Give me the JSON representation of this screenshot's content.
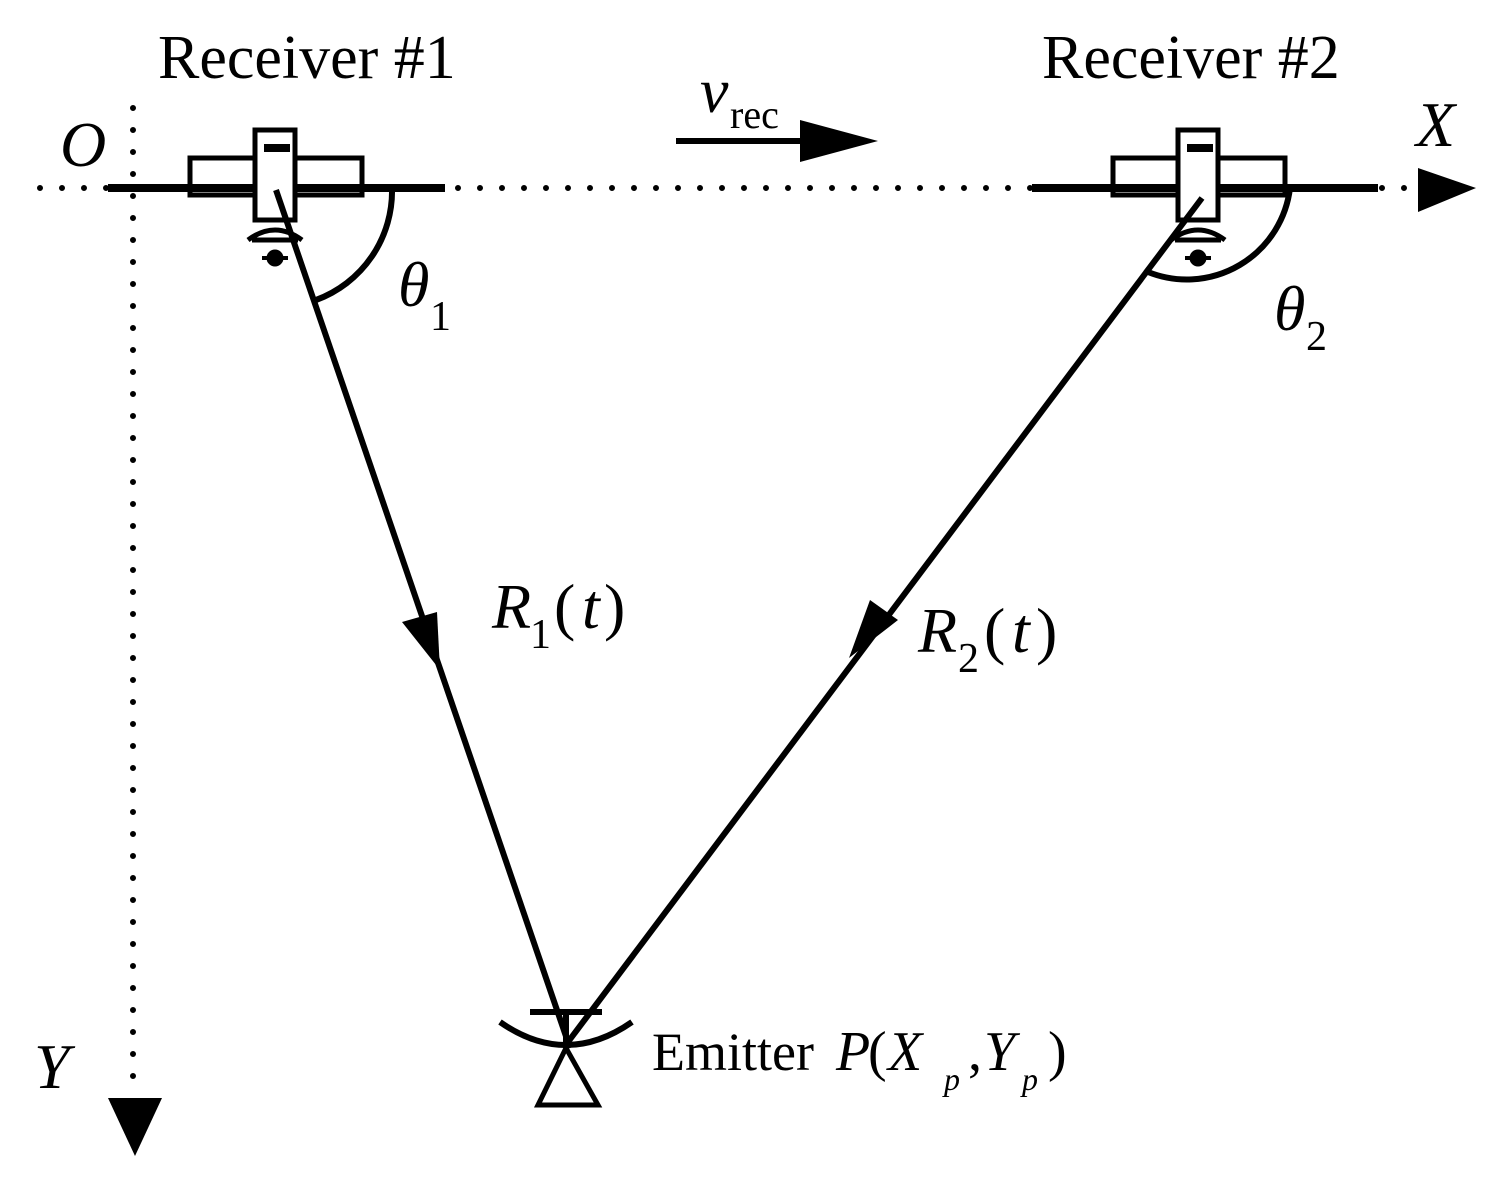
{
  "receivers": {
    "r1_label": "Receiver #1",
    "r2_label": "Receiver #2"
  },
  "axes": {
    "origin": "O",
    "x": "X",
    "y": "Y"
  },
  "velocity": {
    "symbol": "v",
    "subscript": "rec"
  },
  "angles": {
    "theta": "θ",
    "theta1_sub": "1",
    "theta2_sub": "2"
  },
  "ranges": {
    "r_symbol": "R",
    "r1_sub": "1",
    "r2_sub": "2",
    "open": "(",
    "t": "t",
    "close": ")"
  },
  "emitter": {
    "label": "Emitter",
    "P": "P",
    "open": "(",
    "X": "X",
    "p1": "p",
    "comma": ",",
    "Y": "Y",
    "p2": "p",
    "close": ")"
  },
  "colors": {
    "line": "#000000",
    "background": "#ffffff"
  }
}
